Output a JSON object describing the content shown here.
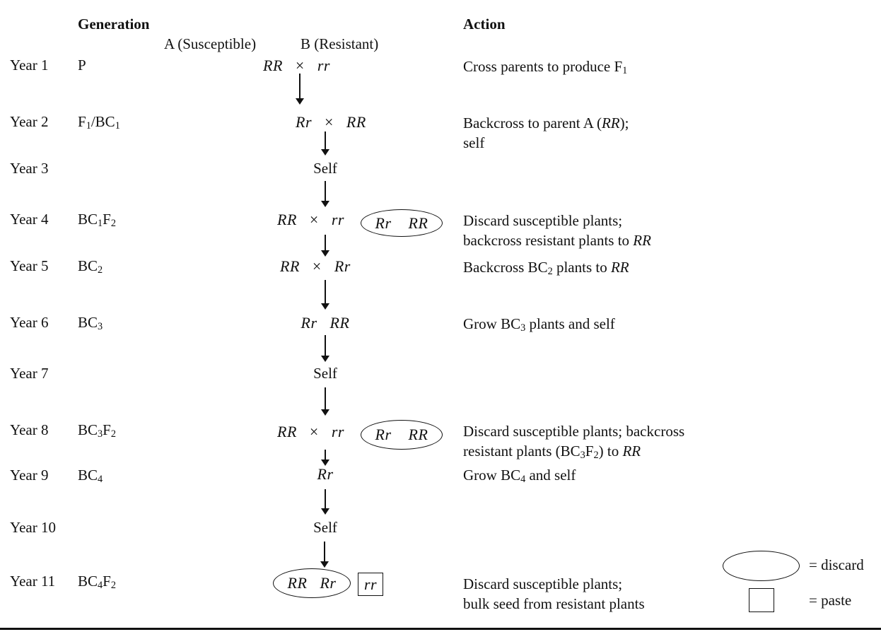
{
  "header": {
    "generation": "Generation",
    "action": "Action",
    "parent_a": "A (Susceptible)",
    "parent_b": "B (Resistant)"
  },
  "rows": [
    {
      "year": "Year 1",
      "generation": "P",
      "cross": "*RR*   ×   *rr*",
      "action": "Cross parents to produce F_{1}"
    },
    {
      "year": "Year 2",
      "generation": "F_{1}/BC_{1}",
      "cross": "*Rr*   ×   *RR*",
      "action": "Backcross to parent A (*RR*);\nself"
    },
    {
      "year": "Year 3",
      "generation": "",
      "cross": "Self",
      "action": ""
    },
    {
      "year": "Year 4",
      "generation": "BC_{1}F_{2}",
      "cross": "*RR*   ×   *rr*",
      "circled": "*Rr*    *RR*",
      "action": "Discard susceptible plants;\nbackcross resistant plants to *RR*"
    },
    {
      "year": "Year 5",
      "generation": "BC_{2}",
      "cross": "*RR*   ×   *Rr*",
      "action": "Backcross BC_{2} plants to *RR*"
    },
    {
      "year": "Year 6",
      "generation": "BC_{3}",
      "cross": "*Rr*   *RR*",
      "action": "Grow BC_{3} plants and self"
    },
    {
      "year": "Year 7",
      "generation": "",
      "cross": "Self",
      "action": ""
    },
    {
      "year": "Year 8",
      "generation": "BC_{3}F_{2}",
      "cross": "*RR*   ×   *rr*",
      "circled": "*Rr*    *RR*",
      "action": "Discard susceptible plants; backcross\nresistant plants (BC_{3}F_{2}) to *RR*"
    },
    {
      "year": "Year 9",
      "generation": "BC_{4}",
      "cross": "*Rr*",
      "action": "Grow BC_{4} and self"
    },
    {
      "year": "Year 10",
      "generation": "",
      "cross": "Self",
      "action": ""
    },
    {
      "year": "Year 11",
      "generation": "BC_{4}F_{2}",
      "circled": "*RR*   *Rr*",
      "boxed": "*rr*",
      "action": "Discard susceptible plants;\nbulk seed from resistant plants"
    }
  ],
  "legend": {
    "discard_symbol": "ellipse-outline",
    "discard": "= discard",
    "paste_symbol": "square-outline",
    "paste": "= paste"
  }
}
